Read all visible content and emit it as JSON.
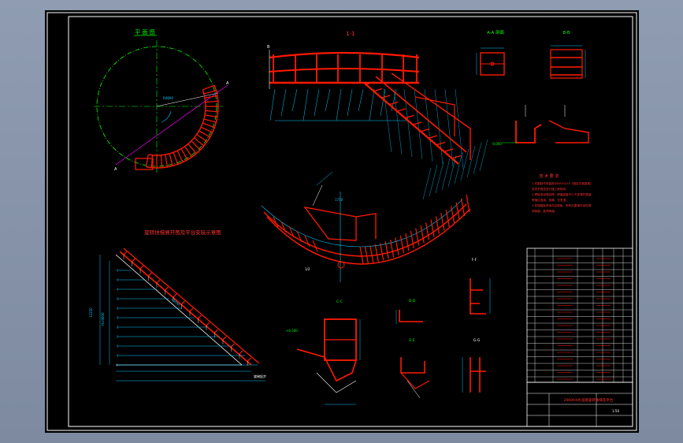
{
  "colors": {
    "background": "#000000",
    "frame": "#ffffff",
    "structure": "#ff1a00",
    "dimension": "#00c8ff",
    "centerline": "#00ff00",
    "text_red": "#ff3030",
    "text_white": "#ffffff"
  },
  "plan_view": {
    "title": "平 面 图"
  },
  "elevation": {
    "title": "1-1"
  },
  "detail_1": {
    "title": "A-A 剖面"
  },
  "detail_2": {
    "title": "B-B"
  },
  "unfold_title": "旋转扶梯展开图及平台安装示意图",
  "notes": {
    "heading": "技 术 要 求",
    "lines": [
      "1.本图制作安装按GB4053-93《固定式钢直梯》",
      "  及有关规范进行施工和验收。",
      "2.焊接采用电弧焊，焊缝高度不小于较薄件厚度，",
      "  焊缝应连续、饱满、无夹渣。",
      "3.扶梯踏板采用花纹钢板，所有外露钢件涂防锈",
      "  漆两道，面漆两道。"
    ]
  },
  "small_labels": {
    "view_a": "A-A",
    "view_b": "B-B",
    "view_c": "C-C",
    "view_d": "D-D",
    "view_e": "E-E",
    "view_f": "F-F",
    "view_g": "G-G"
  },
  "title_block": {
    "title": "2000t/d水泥磨旋转扶梯及平台",
    "scale": "1:50"
  }
}
